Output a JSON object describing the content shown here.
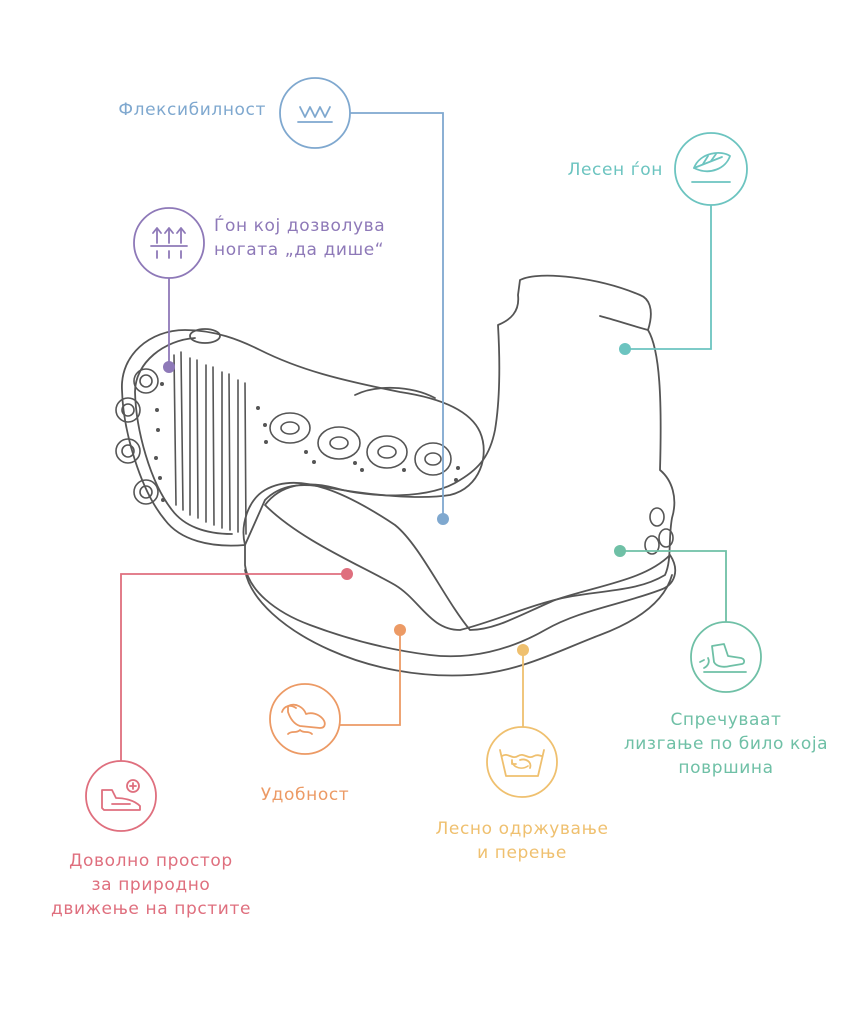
{
  "colors": {
    "flexibility": "#7fa8cf",
    "breathable": "#8e79b8",
    "lightweight": "#6cc4c0",
    "antislip": "#6fc0a6",
    "comfort": "#ec9a65",
    "washable": "#efc06f",
    "toe_room": "#df6f7e",
    "outline": "#555555"
  },
  "features": {
    "flexibility": {
      "icon": "wave-icon",
      "lines": [
        "Флексибилност"
      ]
    },
    "breathable": {
      "icon": "breathing-arrows-icon",
      "lines": [
        "Ѓон кој дозволува",
        "ногата „да дише“"
      ]
    },
    "lightweight": {
      "icon": "feather-icon",
      "lines": [
        "Лесен ѓон"
      ]
    },
    "antislip": {
      "icon": "slip-foot-icon",
      "lines": [
        "Спречуваат",
        "лизгање по било која",
        "површина"
      ]
    },
    "comfort": {
      "icon": "winged-shoe-icon",
      "lines": [
        "Удобност"
      ]
    },
    "washable": {
      "icon": "wash-tub-icon",
      "lines": [
        "Лесно одржување",
        "и перење"
      ]
    },
    "toe_room": {
      "icon": "shoe-plus-icon",
      "lines": [
        "Доволно простор",
        "за природно",
        "движење на прстите"
      ]
    }
  }
}
